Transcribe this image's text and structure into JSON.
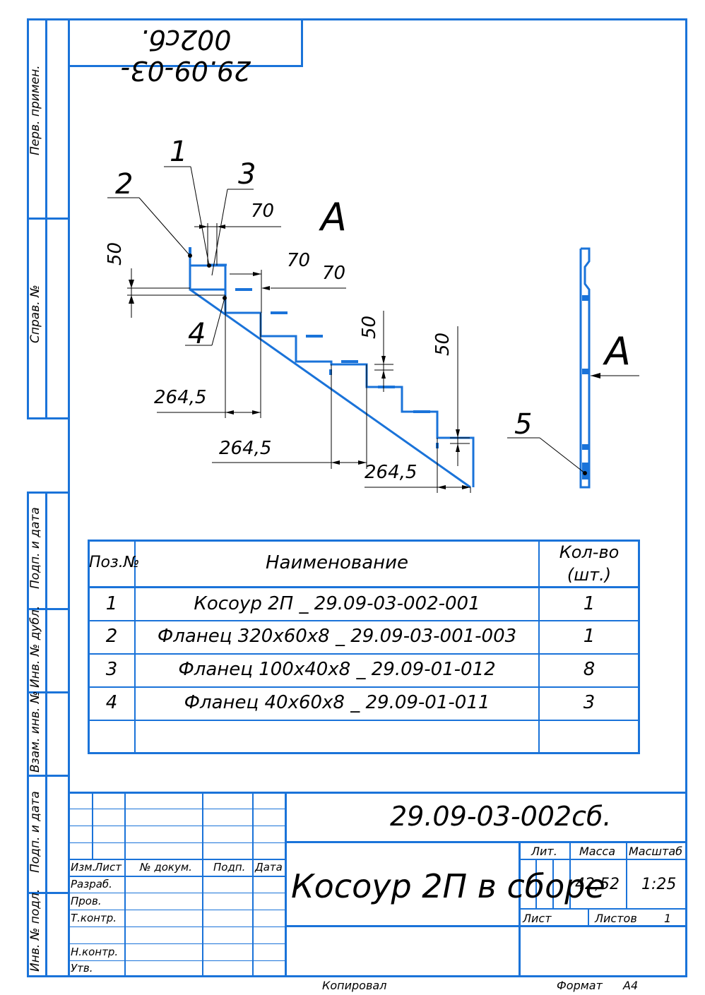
{
  "stamp_rotated": "29.09-03-002сб.",
  "side_labels": {
    "perv_primen": "Перв. примен.",
    "sprav_no": "Справ. №",
    "podp_data_1": "Подп. и дата",
    "inv_dubl": "Инв. № дубл.",
    "vzam_inv": "Взам. инв. №",
    "podp_data_2": "Подп. и дата",
    "inv_podl": "Инв. № подл."
  },
  "drawing": {
    "view_label_1": "A",
    "view_label_2": "A",
    "balloons": [
      "1",
      "2",
      "3",
      "4",
      "5"
    ],
    "dims": {
      "d70_a": "70",
      "d70_b": "70",
      "d70_c": "70",
      "d50_a": "50",
      "d50_b": "50",
      "d50_c": "50",
      "d264_a": "264,5",
      "d264_b": "264,5",
      "d264_c": "264,5"
    }
  },
  "spec_table": {
    "headers": {
      "pos": "Поз.№",
      "name": "Наименование",
      "qty_line1": "Кол-во",
      "qty_line2": "(шт.)"
    },
    "rows": [
      {
        "pos": "1",
        "name": "Косоур 2П _ 29.09-03-002-001",
        "qty": "1"
      },
      {
        "pos": "2",
        "name": "Фланец 320х60х8 _ 29.09-03-001-003",
        "qty": "1"
      },
      {
        "pos": "3",
        "name": "Фланец 100х40х8 _ 29.09-01-012",
        "qty": "8"
      },
      {
        "pos": "4",
        "name": "Фланец 40х60х8 _ 29.09-01-011",
        "qty": "3"
      },
      {
        "pos": "",
        "name": "",
        "qty": ""
      }
    ]
  },
  "title_block": {
    "designation": "29.09-03-002сб.",
    "title": "Косоур 2П в сборе",
    "col_headers": {
      "izm": "Изм.",
      "list": "Лист",
      "doc_no": "№ докум.",
      "podp": "Подп.",
      "data": "Дата"
    },
    "roles": {
      "razrab": "Разраб.",
      "prov": "Пров.",
      "tkontr": "Т.контр.",
      "nkontr": "Н.контр.",
      "utv": "Утв."
    },
    "lit_label": "Лит.",
    "massa_label": "Масса",
    "masshtab_label": "Масштаб",
    "massa_value": "42,52",
    "masshtab_value": "1:25",
    "list_label": "Лист",
    "listov_label": "Листов",
    "listov_value": "1"
  },
  "footer": {
    "kopiroval": "Копировал",
    "format_label": "Формат",
    "format_value": "A4"
  },
  "colors": {
    "frame": "#1a73d9",
    "line": "#000000"
  }
}
